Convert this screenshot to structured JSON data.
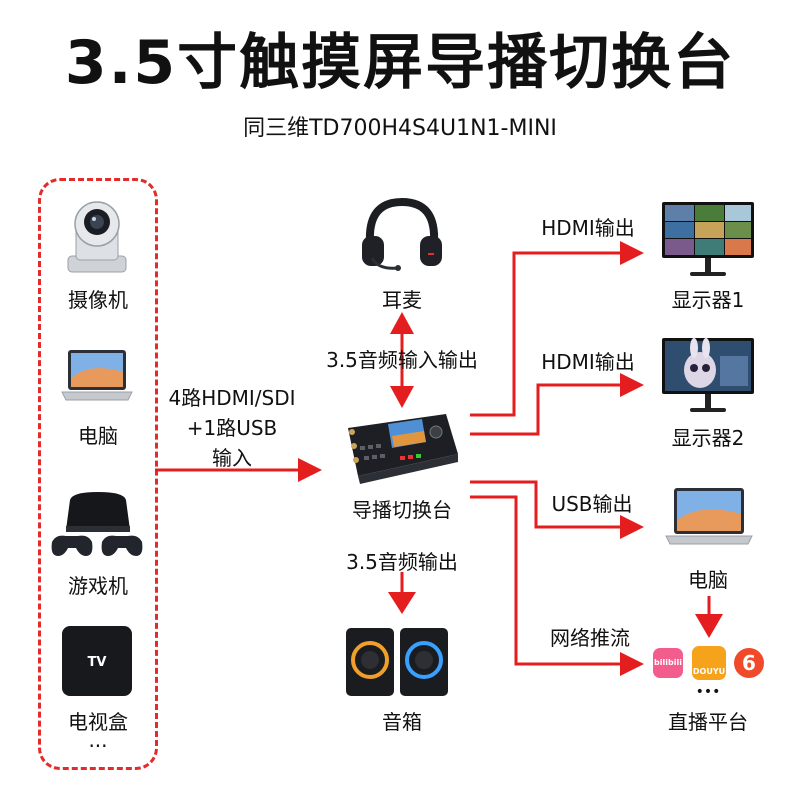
{
  "header": {
    "title": "3.5寸触摸屏导播切换台",
    "subtitle": "同三维TD700H4S4U1N1-MINI"
  },
  "inputs": {
    "items": [
      {
        "label": "摄像机"
      },
      {
        "label": "电脑"
      },
      {
        "label": "游戏机"
      },
      {
        "label": "电视盒"
      }
    ],
    "ellipsis": "...",
    "tv_text": "TV"
  },
  "input_link": {
    "line1": "4路HDMI/SDI",
    "line2": "+1路USB",
    "line3": "输入"
  },
  "center": {
    "headphone_label": "耳麦",
    "audio_io_label": "3.5音频输入输出",
    "switcher_label": "导播切换台",
    "audio_out_label": "3.5音频输出",
    "speaker_label": "音箱"
  },
  "outputs": {
    "hdmi1_label": "HDMI输出",
    "monitor1_label": "显示器1",
    "hdmi2_label": "HDMI输出",
    "monitor2_label": "显示器2",
    "usb_label": "USB输出",
    "pc_label": "电脑",
    "stream_label": "网络推流",
    "platform_label": "直播平台",
    "platform_ellipsis": "•••"
  },
  "platforms": [
    {
      "name": "bilibili"
    },
    {
      "name": "DOUYU"
    },
    {
      "name": "6"
    }
  ],
  "colors": {
    "arrow": "#e41e1e",
    "dash": "#e32b2b"
  }
}
